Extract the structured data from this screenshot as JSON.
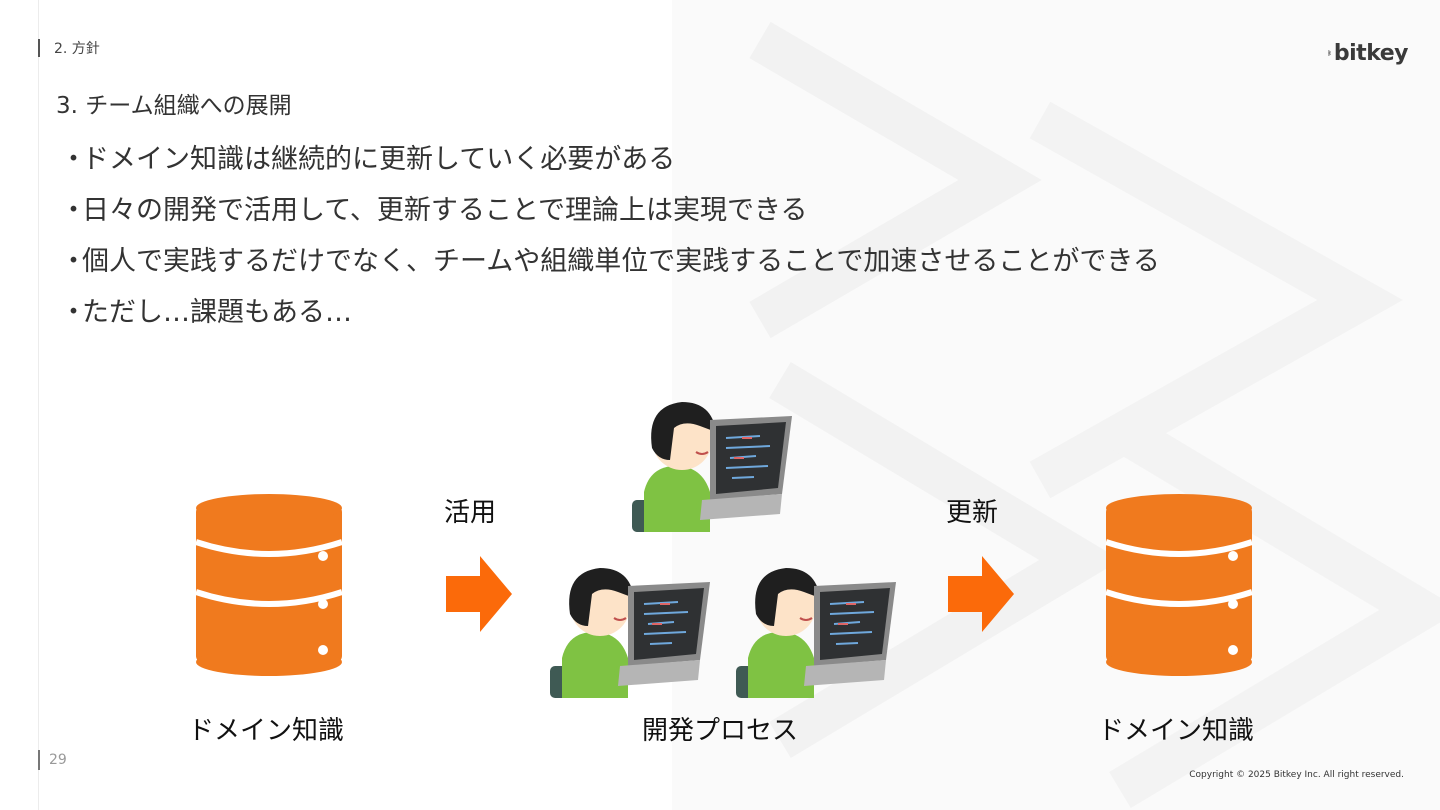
{
  "header": {
    "section": "2.  方針",
    "brand": "bitkey"
  },
  "slide": {
    "title": "3. チーム組織への展開",
    "bullet_marker": "・",
    "bullets": [
      "ドメイン知識は継続的に更新していく必要がある",
      "日々の開発で活用して、更新することで理論上は実現できる",
      "個人で実践するだけでなく、チームや組織単位で実践することで加速させることができる",
      "ただし…課題もある…"
    ]
  },
  "diagram": {
    "left_label": "ドメイン知識",
    "arrow1_label": "活用",
    "center_label": "開発プロセス",
    "arrow2_label": "更新",
    "right_label": "ドメイン知識",
    "colors": {
      "database": "#f07a1e",
      "arrow": "#fb6a0a",
      "shirt": "#7fc243",
      "chair": "#3f5a54",
      "screen": "#2f3133",
      "laptop": "#8a8a8a",
      "hair": "#1f1f1f",
      "skin": "#fde3c8"
    }
  },
  "footer": {
    "page_number": "29",
    "copyright": "Copyright © 2025 Bitkey Inc. All right reserved."
  }
}
